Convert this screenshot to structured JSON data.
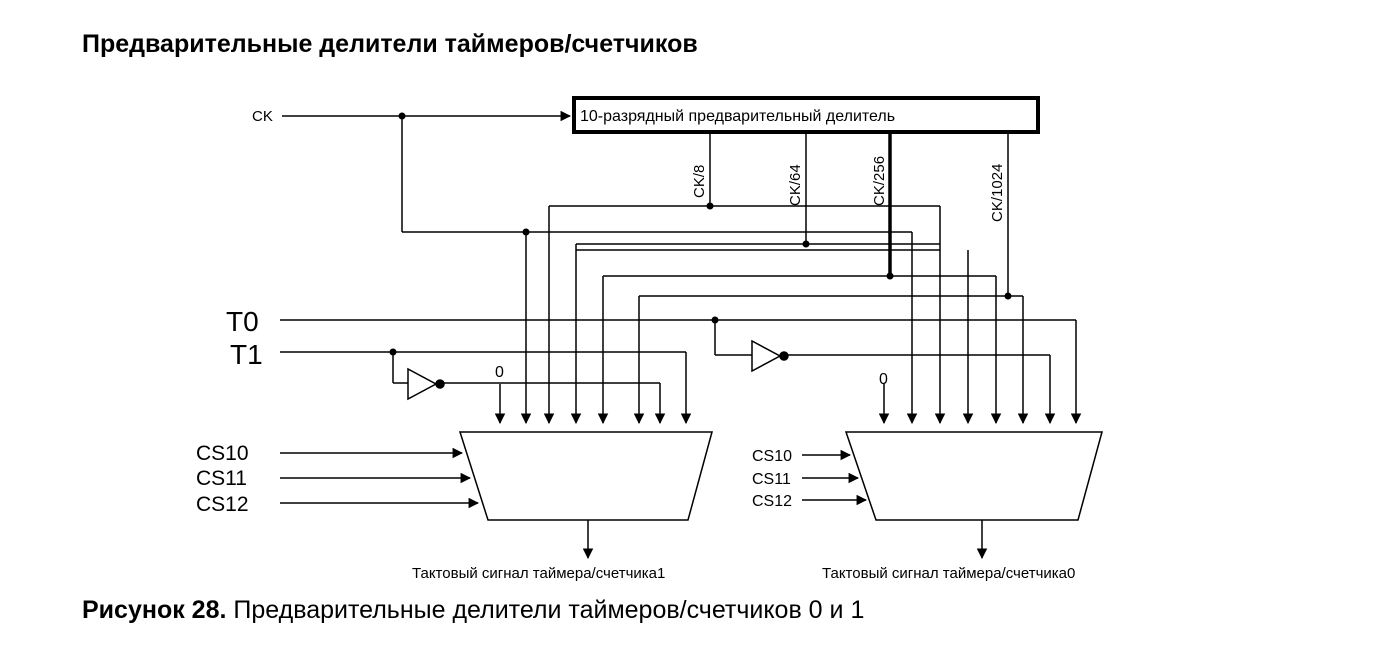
{
  "title": "Предварительные делители таймеров/счетчиков",
  "caption": {
    "label": "Рисунок 28.",
    "text": "Предварительные делители таймеров/счетчиков 0 и 1"
  },
  "diagram": {
    "prescaler_block": "10-разрядный предварительный делитель",
    "clock_input": "CK",
    "taps": [
      "CK/8",
      "CK/64",
      "CK/256",
      "CK/1024"
    ],
    "external_inputs": [
      "T0",
      "T1"
    ],
    "left_mux": {
      "zero_label": "0",
      "selects": [
        "CS10",
        "CS11",
        "CS12"
      ],
      "output": "Тактовый сигнал таймера/счетчика1"
    },
    "right_mux": {
      "zero_label": "0",
      "selects": [
        "CS10",
        "CS11",
        "CS12"
      ],
      "output": "Тактовый сигнал таймера/счетчика0"
    },
    "color": "#000000"
  }
}
